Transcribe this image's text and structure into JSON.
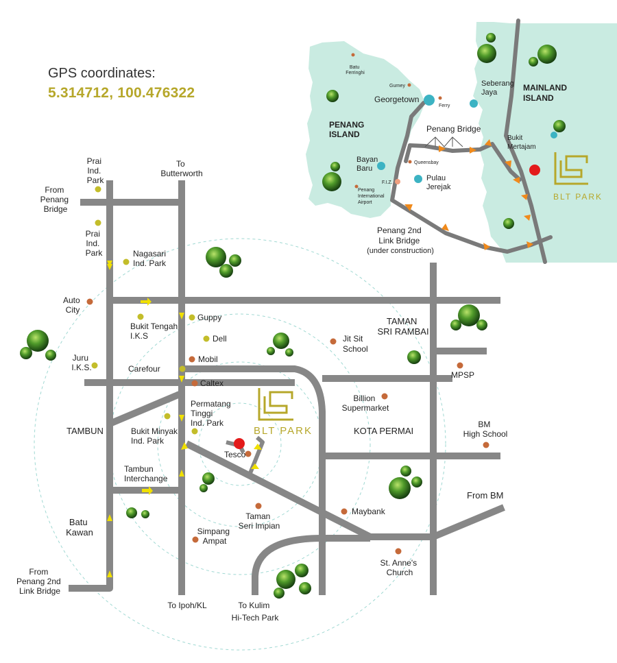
{
  "gps": {
    "title": "GPS coordinates:",
    "coords": "5.314712, 100.476322"
  },
  "colors": {
    "road": "#878787",
    "island": "#c9ebe1",
    "mainland": "#c9ebe1",
    "cyan_marker": "#3cb3c3",
    "orange_marker": "#c56a3a",
    "yellow_marker": "#c3bd2a",
    "location_marker": "#e31b1b",
    "brand": "#b6a72a",
    "ring": "#9fd8d2",
    "arrow": "#f08a1c",
    "direction_arrow": "#f0e000"
  },
  "brand": {
    "name": "BLT PARK"
  },
  "inset": {
    "penang_island": [
      "PENANG",
      "ISLAND"
    ],
    "mainland_island": [
      "MAINLAND",
      "ISLAND"
    ],
    "georgetown": "Georgetown",
    "batu_ferringhi": [
      "Batu",
      "Ferringhi"
    ],
    "gurney": "Gurney",
    "ferry": "Ferry",
    "seberang_jaya": [
      "Seberang",
      "Jaya"
    ],
    "penang_bridge": "Penang Bridge",
    "bayan_baru": [
      "Bayan",
      "Baru"
    ],
    "queensbay": "Queensbay",
    "fiz": "F.I.Z.",
    "pulau_jerejak": [
      "Pulau",
      "Jerejak"
    ],
    "airport": [
      "Penang",
      "International",
      "Airport"
    ],
    "bukit_mertajam": [
      "Bukit",
      "Mertajam"
    ],
    "second_link": [
      "Penang 2nd",
      "Link Bridge",
      "(under construction)"
    ]
  },
  "labels": {
    "prai_1": [
      "Prai",
      "Ind.",
      "Park"
    ],
    "to_butterworth": [
      "To",
      "Butterworth"
    ],
    "from_penang_bridge": [
      "From",
      "Penang",
      "Bridge"
    ],
    "prai_2": [
      "Prai",
      "Ind.",
      "Park"
    ],
    "nagasari": [
      "Nagasari",
      "Ind. Park"
    ],
    "auto_city": [
      "Auto",
      "City"
    ],
    "bukit_tengah": [
      "Bukit Tengah",
      "I.K.S"
    ],
    "guppy": "Guppy",
    "dell": "Dell",
    "mobil": "Mobil",
    "juru": [
      "Juru",
      "I.K.S."
    ],
    "carefour": "Carefour",
    "caltex": "Caltex",
    "permatang": [
      "Permatang",
      "Tinggi",
      "Ind. Park"
    ],
    "tambun": "TAMBUN",
    "bukit_minyak": [
      "Bukit Minyak",
      "Ind. Park"
    ],
    "tesco": "Tesco",
    "tambun_interchange": [
      "Tambun",
      "Interchange"
    ],
    "batu_kawan": [
      "Batu",
      "Kawan"
    ],
    "from_2nd_link": [
      "From",
      "Penang 2nd",
      "Link Bridge"
    ],
    "to_ipoh": "To Ipoh/KL",
    "to_kulim": [
      "To Kulim",
      "Hi-Tech Park"
    ],
    "taman_seri_impian": [
      "Taman",
      "Seri Impian"
    ],
    "simpang_ampat": [
      "Simpang",
      "Ampat"
    ],
    "taman_sri_rambai": [
      "TAMAN",
      "SRI RAMBAI"
    ],
    "jit_sit": [
      "Jit Sit",
      "School"
    ],
    "mpsp": "MPSP",
    "billion": [
      "Billion",
      "Supermarket"
    ],
    "kota_permai": "KOTA PERMAI",
    "bm_high": [
      "BM",
      "High School"
    ],
    "maybank": "Maybank",
    "from_bm": "From BM",
    "st_annes": [
      "St. Anne's",
      "Church"
    ]
  }
}
